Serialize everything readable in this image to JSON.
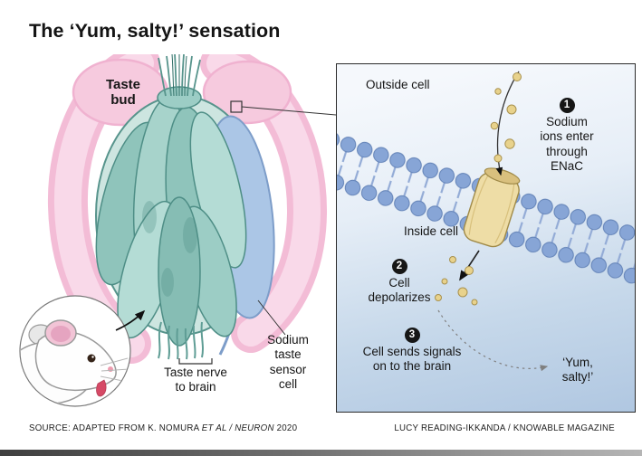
{
  "title": "The ‘Yum, salty!’ sensation",
  "left_panel": {
    "taste_bud_label": "Taste\nbud",
    "sodium_cell_label": "Sodium\ntaste\nsensor\ncell",
    "taste_nerve_label": "Taste nerve\nto brain"
  },
  "right_panel": {
    "outside_cell": "Outside cell",
    "inside_cell": "Inside cell",
    "steps": [
      {
        "num": "1",
        "text": "Sodium\nions enter\nthrough\nENaC"
      },
      {
        "num": "2",
        "text": "Cell\ndepolarizes"
      },
      {
        "num": "3",
        "text": "Cell sends signals\non to the brain"
      }
    ],
    "yum_label": "‘Yum,\nsalty!’"
  },
  "footer": {
    "source_prefix": "SOURCE: ADAPTED FROM K. NOMURA ",
    "source_italic": "ET AL / NEURON",
    "source_suffix": " 2020",
    "credit": "LUCY READING-IKKANDA / KNOWABLE MAGAZINE"
  },
  "colors": {
    "tissue_pink": "#f3bcd6",
    "cell_teal": "#8fc4bb",
    "sensor_cell_blue": "#abc6e6",
    "ion_yellow": "#e8d28c",
    "membrane_blue": "#87a5d6",
    "step_badge_black": "#161616"
  }
}
